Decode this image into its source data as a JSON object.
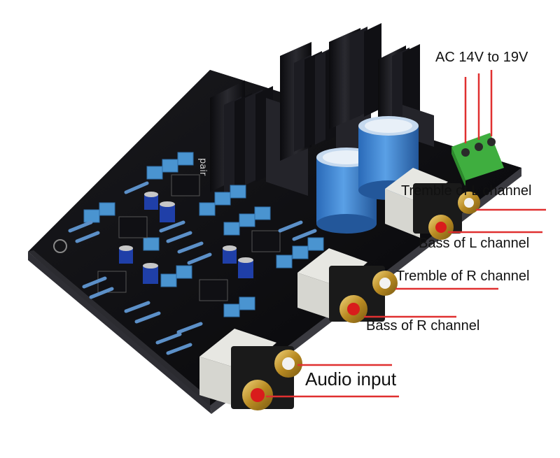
{
  "labels": {
    "ac": "AC 14V to 19V",
    "treble_l": "Tremble of L channel",
    "bass_l": "Bass of L channel",
    "treble_r": "Tremble of R channel",
    "bass_r": "Bass of R channel",
    "audio_in": "Audio input"
  },
  "colors": {
    "pcb": "#0e0e10",
    "heatsink": "#16161a",
    "capacitor": "#3b7fd0",
    "film_cap": "#4a94d0",
    "rca_insulator_red": "#d91c1c",
    "rca_insulator_white": "#f2f2f2",
    "gold": "#c9a23a",
    "terminal": "#3fae3f",
    "callout_line": "#e03030"
  },
  "board_silkscreen": {
    "side_text": "pair"
  }
}
